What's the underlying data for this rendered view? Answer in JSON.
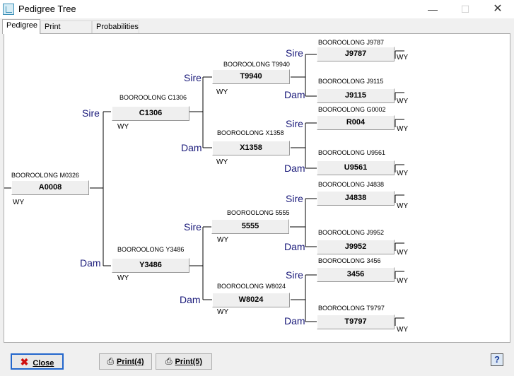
{
  "window": {
    "title": "Pedigree Tree"
  },
  "tabs": [
    "Pedigree",
    "Print Options",
    "Probabilities"
  ],
  "labels": {
    "sire": "Sire",
    "dam": "Dam",
    "breed": "WY"
  },
  "animals": {
    "a0008": {
      "name": "BOOROOLONG M0326",
      "id": "A0008"
    },
    "c1306": {
      "name": "BOOROOLONG C1306",
      "id": "C1306"
    },
    "y3486": {
      "name": "BOOROOLONG Y3486",
      "id": "Y3486"
    },
    "t9940": {
      "name": "BOOROOLONG T9940",
      "id": "T9940"
    },
    "x1358": {
      "name": "BOOROOLONG X1358",
      "id": "X1358"
    },
    "n5555": {
      "name": "BOOROOLONG 5555",
      "id": "5555"
    },
    "w8024": {
      "name": "BOOROOLONG W8024",
      "id": "W8024"
    },
    "j9787": {
      "name": "BOOROOLONG J9787",
      "id": "J9787"
    },
    "j9115": {
      "name": "BOOROOLONG J9115",
      "id": "J9115"
    },
    "r004": {
      "name": "BOOROOLONG G0002",
      "id": "R004"
    },
    "u9561": {
      "name": "BOOROOLONG U9561",
      "id": "U9561"
    },
    "j4838": {
      "name": "BOOROOLONG J4838",
      "id": "J4838"
    },
    "j9952": {
      "name": "BOOROOLONG J9952",
      "id": "J9952"
    },
    "n3456": {
      "name": "BOOROOLONG 3456",
      "id": "3456"
    },
    "t9797": {
      "name": "BOOROOLONG T9797",
      "id": "T9797"
    }
  },
  "buttons": {
    "close": "Close",
    "print4": "Print(4)",
    "print5": "Print(5)",
    "help": "?"
  },
  "icons": {
    "close": "red-x-icon",
    "print": "printer-icon",
    "help": "help-icon"
  }
}
